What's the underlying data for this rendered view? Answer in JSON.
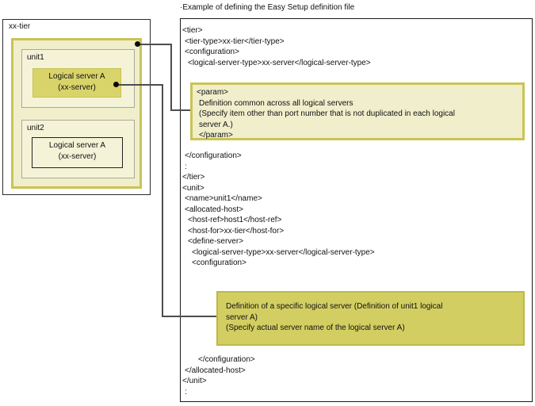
{
  "title": "·Example of defining the Easy Setup definition file",
  "diagram": {
    "tier_label": "xx-tier",
    "units": [
      {
        "label": "unit1",
        "server": [
          "Logical server A",
          "(xx-server)"
        ]
      },
      {
        "label": "unit2",
        "server": [
          "Logical server A",
          "(xx-server)"
        ]
      }
    ]
  },
  "code": {
    "block1": [
      {
        "text": "<tier>",
        "indent": 0
      },
      {
        "text": "<tier-type>xx-tier</tier-type>",
        "indent": 1
      },
      {
        "text": "<configuration>",
        "indent": 1
      },
      {
        "text": "<logical-server-type>xx-server</logical-server-type>",
        "indent": 2
      }
    ],
    "block2": [
      {
        "text": "</configuration>",
        "indent": 1
      },
      {
        "text": ":",
        "indent": 1
      },
      {
        "text": "</tier>",
        "indent": 0
      },
      {
        "text": "<unit>",
        "indent": 0
      },
      {
        "text": "<name>unit1</name>",
        "indent": 1
      },
      {
        "text": "<allocated-host>",
        "indent": 1
      },
      {
        "text": "<host-ref>host1</host-ref>",
        "indent": 2
      },
      {
        "text": "<host-for>xx-tier</host-for>",
        "indent": 2
      },
      {
        "text": "<define-server>",
        "indent": 2
      },
      {
        "text": "<logical-server-type>xx-server</logical-server-type>",
        "indent": 3
      },
      {
        "text": "<configuration>",
        "indent": 3
      }
    ],
    "block3": [
      {
        "text": "</configuration>",
        "indent": 4
      },
      {
        "text": "</allocated-host>",
        "indent": 1
      },
      {
        "text": "</unit>",
        "indent": 0
      },
      {
        "text": ":",
        "indent": 1
      }
    ]
  },
  "annotations": {
    "param": {
      "lines": [
        {
          "text": "<param>",
          "indent": 0
        },
        {
          "text": "Definition common across all logical servers",
          "indent": 1
        },
        {
          "text": "(Specify item other than port number that is not duplicated in each logical",
          "indent": 1
        },
        {
          "text": "server A.)",
          "indent": 1
        },
        {
          "text": "</param>",
          "indent": 1
        }
      ]
    },
    "specific": {
      "lines": [
        {
          "text": "Definition of a specific logical server (Definition of unit1 logical",
          "indent": 0
        },
        {
          "text": "server A)",
          "indent": 0
        },
        {
          "text": "(Specify actual server name of the logical server A)",
          "indent": 0
        }
      ]
    }
  },
  "colors": {
    "highlight_fill": "#f0eecb",
    "highlight_border": "#c9c455",
    "server_highlight_fill": "#d9d46a",
    "annotation_solid_fill": "#d3ce62",
    "connector_line": "#4d4d4d"
  }
}
